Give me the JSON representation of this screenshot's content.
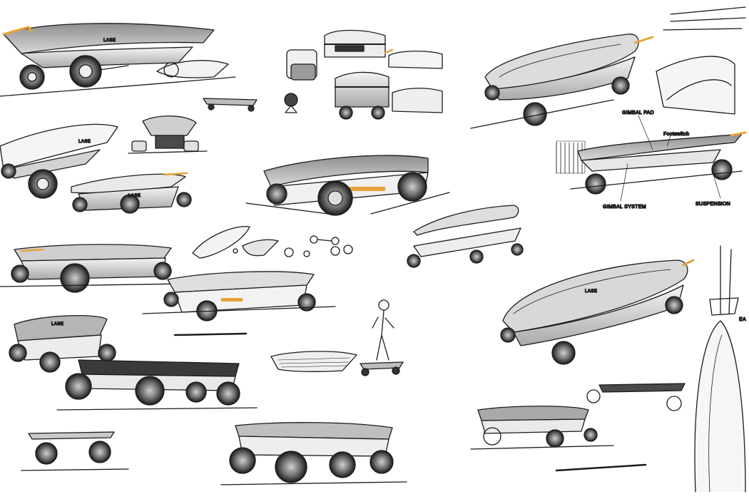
{
  "sheet": {
    "background": "#ffffff",
    "ink_color": "#1b1b1b",
    "marker_grey": "#9a9a9a",
    "accent_orange": "#e8a23a"
  },
  "brand_marks": [
    "LASE",
    "LASE",
    "LASE",
    "LASE",
    "LASE"
  ],
  "annotations": {
    "gimbal_pad": "GIMBAL PAD",
    "footswitch": "Footswitch",
    "gimbal_system": "GIMBAL SYSTEM",
    "suspension": "SUSPENSION",
    "partial_edge": "EA"
  }
}
